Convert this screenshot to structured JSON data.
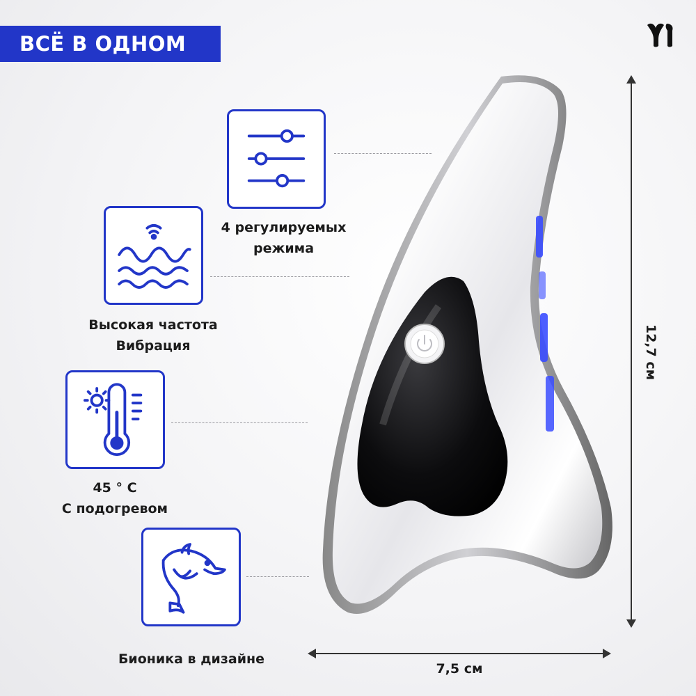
{
  "banner": {
    "title": "ВСЁ В ОДНОМ"
  },
  "features": {
    "modes": {
      "line1": "4 регулируемых",
      "line2": "режима"
    },
    "vibration": {
      "line1": "Высокая частота",
      "line2": "Вибрация"
    },
    "heat": {
      "line1": "45 ° C",
      "line2": "С подогревом"
    },
    "bionic": {
      "line1": "Бионика в дизайне"
    }
  },
  "dimensions": {
    "height": "12,7 см",
    "width": "7,5 см"
  },
  "colors": {
    "accent": "#2236c8",
    "led": "#3a4cff"
  },
  "icons": [
    "sliders-icon",
    "wave-vibration-icon",
    "thermometer-icon",
    "dolphin-icon"
  ]
}
